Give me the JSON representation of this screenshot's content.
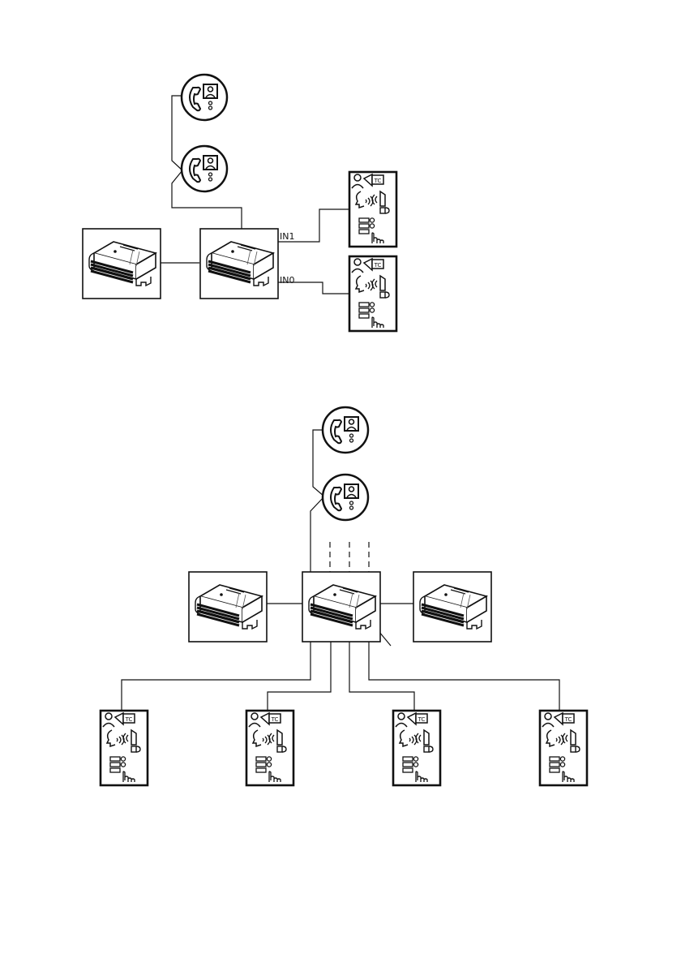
{
  "top_system": {
    "input_labels": {
      "in1": "IN1",
      "in0": "IN0"
    }
  },
  "device_icons": {
    "handset": "video-handset-icon",
    "controller": "din-rail-module-icon",
    "panel": "outdoor-entrance-panel-icon"
  },
  "panel_badge": "TC",
  "colors": {
    "stroke": "#111111",
    "background": "#ffffff"
  }
}
